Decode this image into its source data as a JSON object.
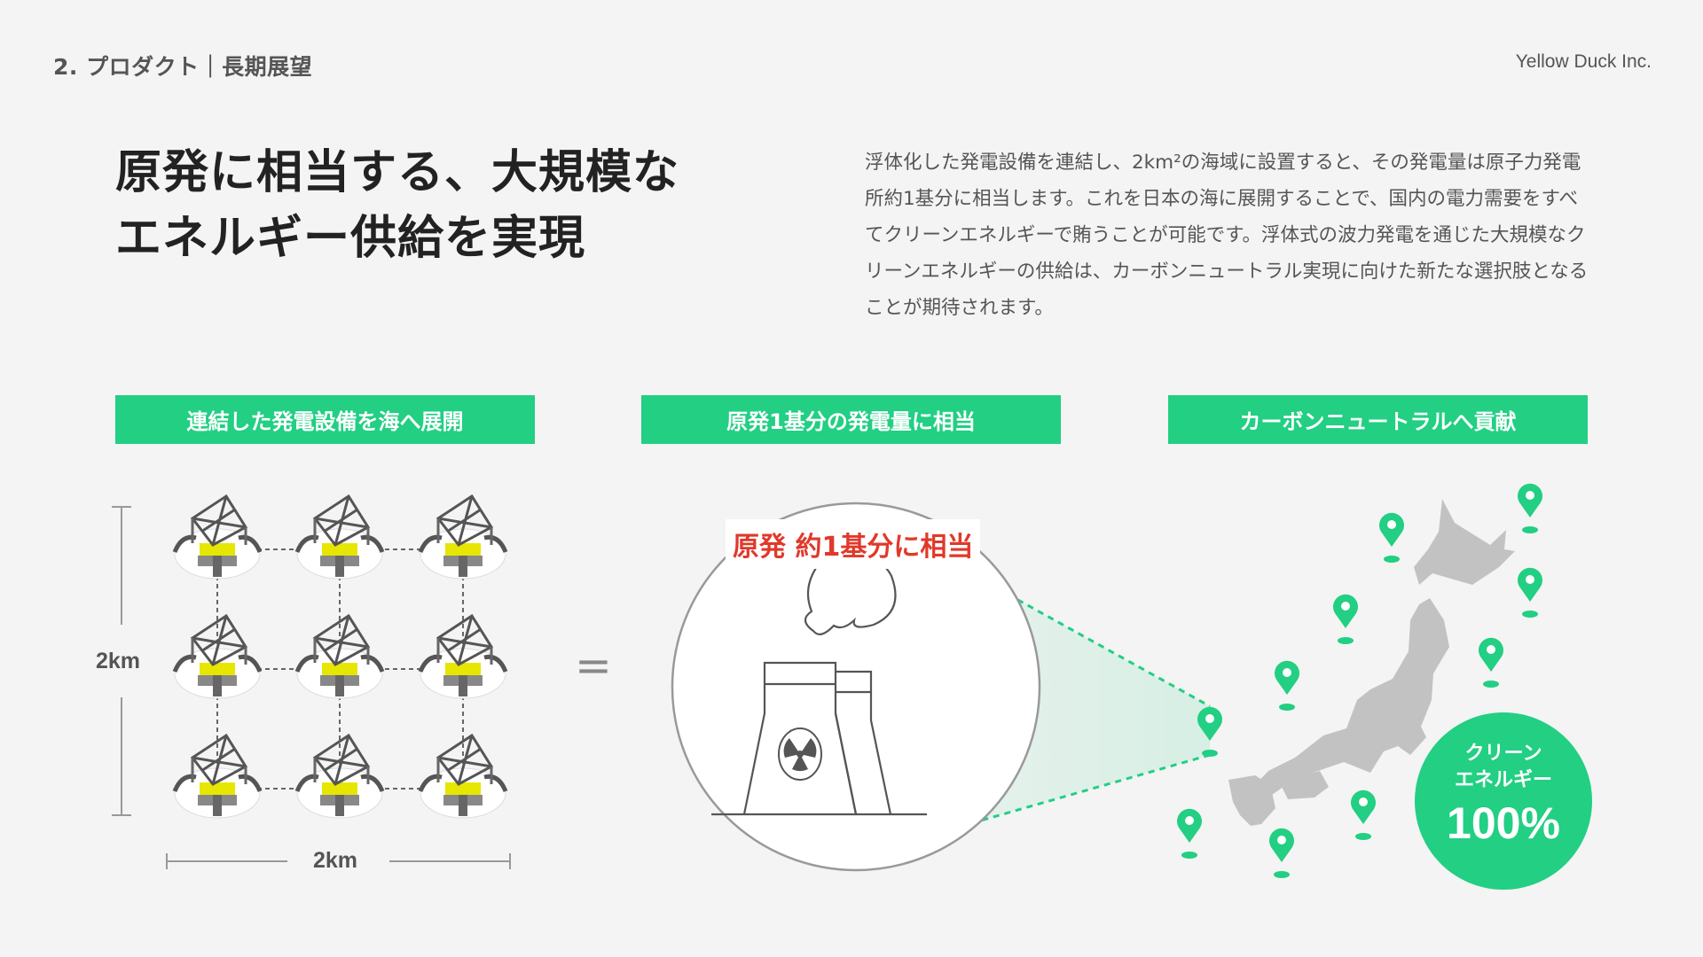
{
  "header": {
    "breadcrumb": "2. プロダクト｜長期展望",
    "company": "Yellow Duck Inc."
  },
  "title": {
    "line1": "原発に相当する、大規模な",
    "line2": "エネルギー供給を実現"
  },
  "description": "浮体化した発電設備を連結し、2km²の海域に設置すると、その発電量は原子力発電所約1基分に相当します。これを日本の海に展開することで、国内の電力需要をすべてクリーンエネルギーで賄うことが可能です。浮体式の波力発電を通じた大規模なクリーンエネルギーの供給は、カーボンニュートラル実現に向けた新たな選択肢となることが期待されます。",
  "sections": [
    {
      "label": "連結した発電設備を海へ展開"
    },
    {
      "label": "原発1基分の発電量に相当"
    },
    {
      "label": "カーボンニュートラルへ貢献"
    }
  ],
  "grid": {
    "height_label": "2km",
    "width_label": "2km",
    "rows": 3,
    "cols": 3,
    "equals": "="
  },
  "plant": {
    "label": "原発 約1基分に相当"
  },
  "badge": {
    "line1": "クリーン",
    "line2": "エネルギー",
    "value": "100%"
  },
  "colors": {
    "accent": "#22cf83",
    "alert": "#e0392b",
    "map": "#c2c2c2"
  }
}
